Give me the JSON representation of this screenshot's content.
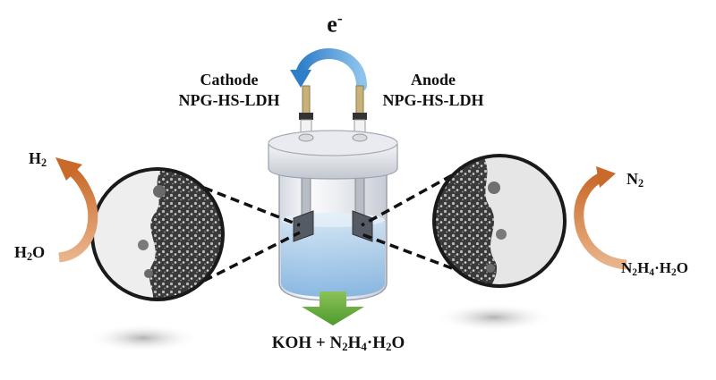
{
  "electron": {
    "base": "e",
    "sup": "-"
  },
  "cathode": {
    "title": "Cathode",
    "material": "NPG-HS-LDH"
  },
  "anode": {
    "title": "Anode",
    "material": "NPG-HS-LDH"
  },
  "left_reaction": {
    "product": {
      "a": "H",
      "sub": "2"
    },
    "reactant": {
      "a": "H",
      "sub": "2",
      "b": "O"
    }
  },
  "right_reaction": {
    "product": {
      "a": "N",
      "sub": "2"
    },
    "reactant": {
      "a": "N",
      "sub1": "2",
      "b": "H",
      "sub2": "4",
      "c": "·H",
      "sub3": "2",
      "d": "O"
    }
  },
  "electrolyte": {
    "a": "KOH + N",
    "sub1": "2",
    "b": "H",
    "sub2": "4",
    "c": "·H",
    "sub3": "2",
    "d": "O"
  },
  "colors": {
    "electron_arrow": "#3b8fd0",
    "reaction_arrow": "#d98a4e",
    "flow_arrow": "#6aaa3a",
    "liquid": "#9cc6e8"
  }
}
